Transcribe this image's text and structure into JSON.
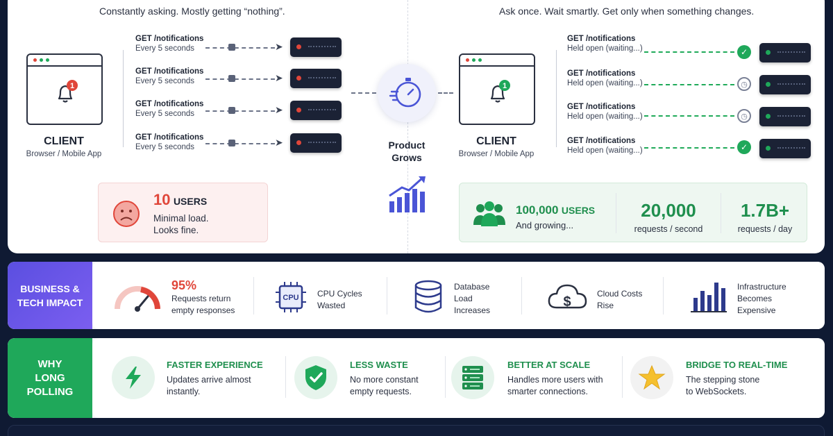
{
  "subtitles": {
    "left": "Constantly asking. Mostly getting “nothing”.",
    "right": "Ask once. Wait smartly. Get only when something changes."
  },
  "left_client": {
    "title": "CLIENT",
    "subtitle": "Browser / Mobile App",
    "badge": "1",
    "requests": [
      {
        "endpoint": "GET /notifications",
        "detail": "Every 5 seconds"
      },
      {
        "endpoint": "GET /notifications",
        "detail": "Every 5 seconds"
      },
      {
        "endpoint": "GET /notifications",
        "detail": "Every 5 seconds"
      },
      {
        "endpoint": "GET /notifications",
        "detail": "Every 5 seconds"
      }
    ]
  },
  "right_client": {
    "title": "CLIENT",
    "subtitle": "Browser / Mobile App",
    "badge": "1",
    "requests": [
      {
        "endpoint": "GET /notifications",
        "detail": "Held open (waiting...)",
        "status": "check-icon"
      },
      {
        "endpoint": "GET /notifications",
        "detail": "Held open (waiting...)",
        "status": "clock-icon"
      },
      {
        "endpoint": "GET /notifications",
        "detail": "Held open (waiting...)",
        "status": "clock-icon"
      },
      {
        "endpoint": "GET /notifications",
        "detail": "Held open (waiting...)",
        "status": "check-icon"
      }
    ]
  },
  "center": {
    "label_line1": "Product",
    "label_line2": "Grows"
  },
  "left_users": {
    "count": "10",
    "unit": "USERS",
    "line1": "Minimal load.",
    "line2": "Looks fine."
  },
  "right_users": {
    "count": "100,000",
    "unit": "USERS",
    "growing": "And growing...",
    "stat1_value": "20,000",
    "stat1_label": "requests / second",
    "stat2_value": "1.7B+",
    "stat2_label": "requests / day"
  },
  "impact": {
    "label_line1": "BUSINESS &",
    "label_line2": "TECH IMPACT",
    "percent": "95%",
    "percent_line1": "Requests return",
    "percent_line2": "empty responses",
    "cpu_chip": "CPU",
    "cpu_line1": "CPU Cycles",
    "cpu_line2": "Wasted",
    "db_line1": "Database",
    "db_line2": "Load",
    "db_line3": "Increases",
    "cloud_line1": "Cloud Costs",
    "cloud_line2": "Rise",
    "infra_line1": "Infrastructure",
    "infra_line2": "Becomes",
    "infra_line3": "Expensive"
  },
  "why": {
    "label_line1": "WHY",
    "label_line2": "LONG",
    "label_line3": "POLLING",
    "items": [
      {
        "title": "FASTER EXPERIENCE",
        "line1": "Updates arrive almost",
        "line2": "instantly."
      },
      {
        "title": "LESS WASTE",
        "line1": "No more constant",
        "line2": "empty requests."
      },
      {
        "title": "BETTER AT SCALE",
        "line1": "Handles more users with",
        "line2": "smarter connections."
      },
      {
        "title": "BRIDGE TO REAL-TIME",
        "line1": "The stepping stone",
        "line2": "to WebSockets."
      }
    ]
  },
  "colors": {
    "red": "#e0463a",
    "green": "#1f8f4e",
    "purple": "#5b4fe0",
    "navy": "#0f1a33"
  }
}
